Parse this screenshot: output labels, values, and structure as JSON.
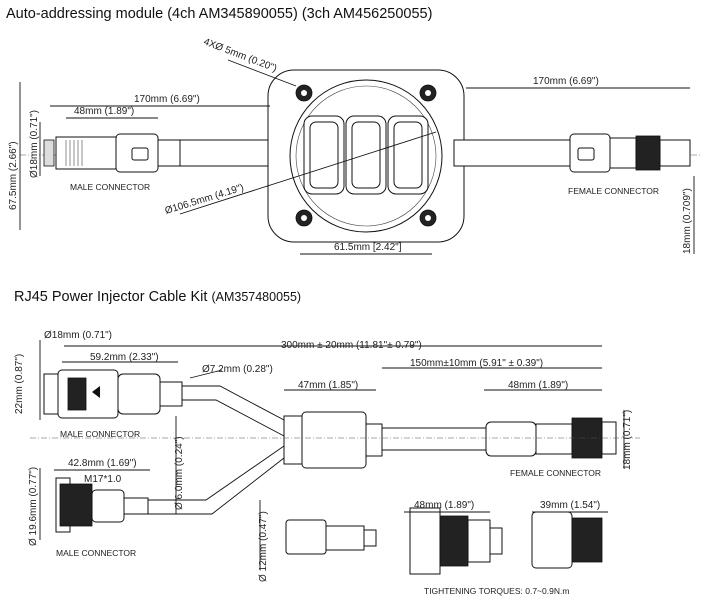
{
  "section1": {
    "title": "Auto-addressing module (4ch AM345890055) (3ch AM456250055)",
    "dims": {
      "hole": "4XØ 5mm (0.20\")",
      "len_left": "170mm (6.69\")",
      "len_right": "170mm (6.69\")",
      "conn_left": "48mm (1.89\")",
      "height": "67.5mm (2.66\")",
      "dia_left": "Ø18mm (0.71\")",
      "body_dia": "Ø106.5mm (4.19\")",
      "spacing": "61.5mm [2.42\"]",
      "dia_right": "18mm (0.709\")"
    },
    "labels": {
      "male": "MALE CONNECTOR",
      "female": "FEMALE CONNECTOR"
    }
  },
  "section2": {
    "title_main": "RJ45 Power Injector Cable Kit",
    "title_code": "(AM357480055)",
    "dims": {
      "dia_top": "Ø18mm (0.71\")",
      "h22": "22mm (0.87\")",
      "total": "300mm ± 20mm (11.81\"± 0.79\")",
      "len59": "59.2mm (2.33\")",
      "d72": "Ø7.2mm (0.28\")",
      "len150": "150mm±10mm (5.91\" ± 0.39\")",
      "len47": "47mm (1.85\")",
      "len48": "48mm (1.89\")",
      "d6": "Ø 6.0mm (0.24\")",
      "h18": "18mm (0.71\")",
      "d196": "Ø 19.6mm (0.77\")",
      "len428": "42.8mm (1.69\")",
      "thread": "M17*1.0",
      "d12": "Ø 12mm (0.47\")",
      "len48b": "48mm (1.89\")",
      "len39": "39mm (1.54\")"
    },
    "labels": {
      "male1": "MALE CONNECTOR",
      "male2": "MALE CONNECTOR",
      "female": "FEMALE CONNECTOR",
      "torque": "TIGHTENING TORQUES: 0.7~0.9N.m"
    }
  }
}
